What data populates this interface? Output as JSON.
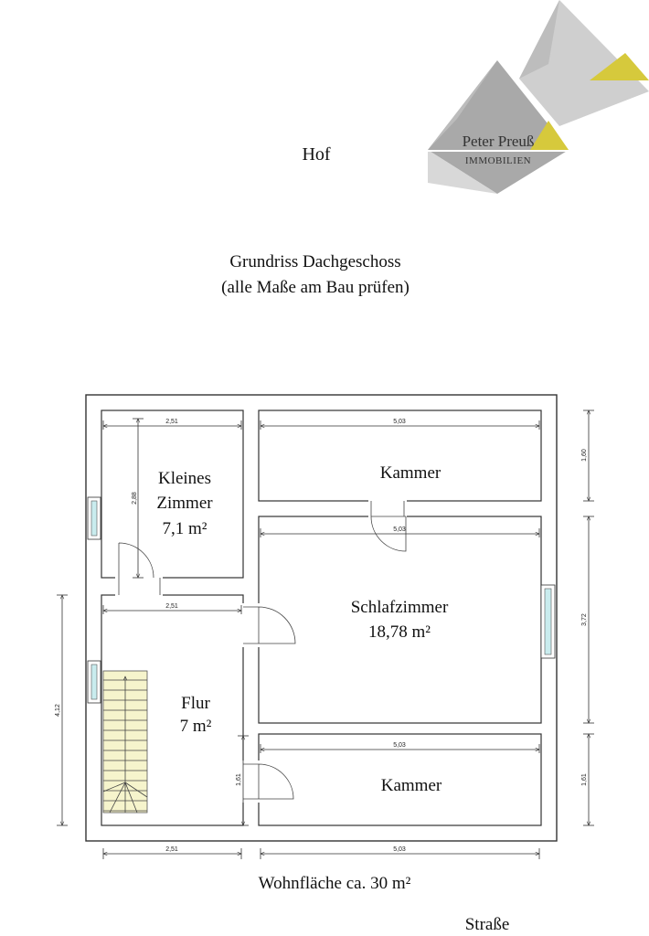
{
  "labels": {
    "hof": "Hof",
    "title_line1": "Grundriss Dachgeschoss",
    "title_line2": "(alle Maße am Bau prüfen)",
    "total_area": "Wohnfläche ca. 30 m²",
    "street": "Straße"
  },
  "logo": {
    "name": "Peter Preuß",
    "subtitle": "IMMOBILIEN",
    "colors": {
      "gray_dark": "#a6a6a6",
      "gray_light": "#d0d0d0",
      "accent": "#d6c93c"
    }
  },
  "rooms": {
    "kleines_zimmer": {
      "name_line1": "Kleines",
      "name_line2": "Zimmer",
      "area": "7,1 m²"
    },
    "kammer_top": {
      "name": "Kammer"
    },
    "schlafzimmer": {
      "name": "Schlafzimmer",
      "area": "18,78 m²"
    },
    "flur": {
      "name": "Flur",
      "area": "7 m²"
    },
    "kammer_bottom": {
      "name": "Kammer"
    }
  },
  "dimensions": {
    "kz_width": "2,51",
    "kz_height": "2,88",
    "kammer_top_width": "5,03",
    "kammer_top_height": "1,60",
    "schlaf_width": "5,03",
    "schlaf_height": "3,72",
    "flur_width": "2,51",
    "left_total": "4,12",
    "kammer_bottom_width": "5,03",
    "kammer_bottom_height": "1,61",
    "flur_door": "1,61",
    "bottom_left": "2,51",
    "bottom_right": "5,03"
  },
  "colors": {
    "stairs": "#f6f4cc",
    "window": "#c9ecee",
    "wall": "#333333"
  }
}
